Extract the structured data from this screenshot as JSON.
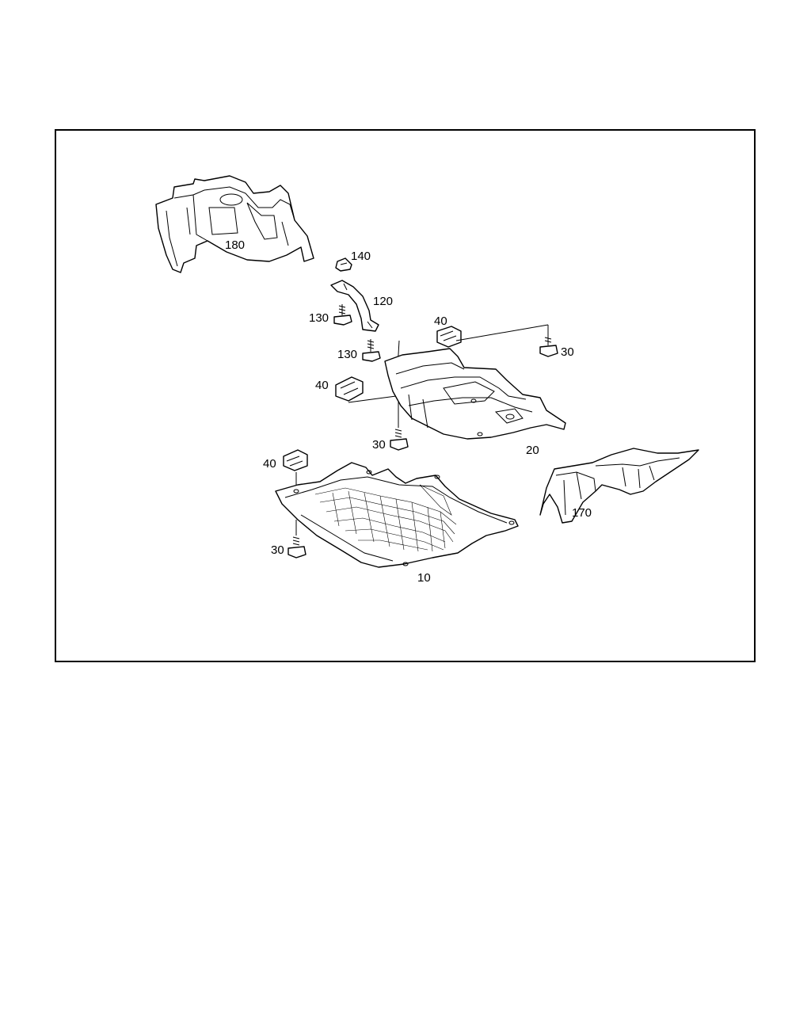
{
  "labels": {
    "p10": "10",
    "p20": "20",
    "p30a": "30",
    "p30b": "30",
    "p30c": "30",
    "p40a": "40",
    "p40b": "40",
    "p40c": "40",
    "p120": "120",
    "p130a": "130",
    "p130b": "130",
    "p140": "140",
    "p170": "170",
    "p180": "180"
  }
}
